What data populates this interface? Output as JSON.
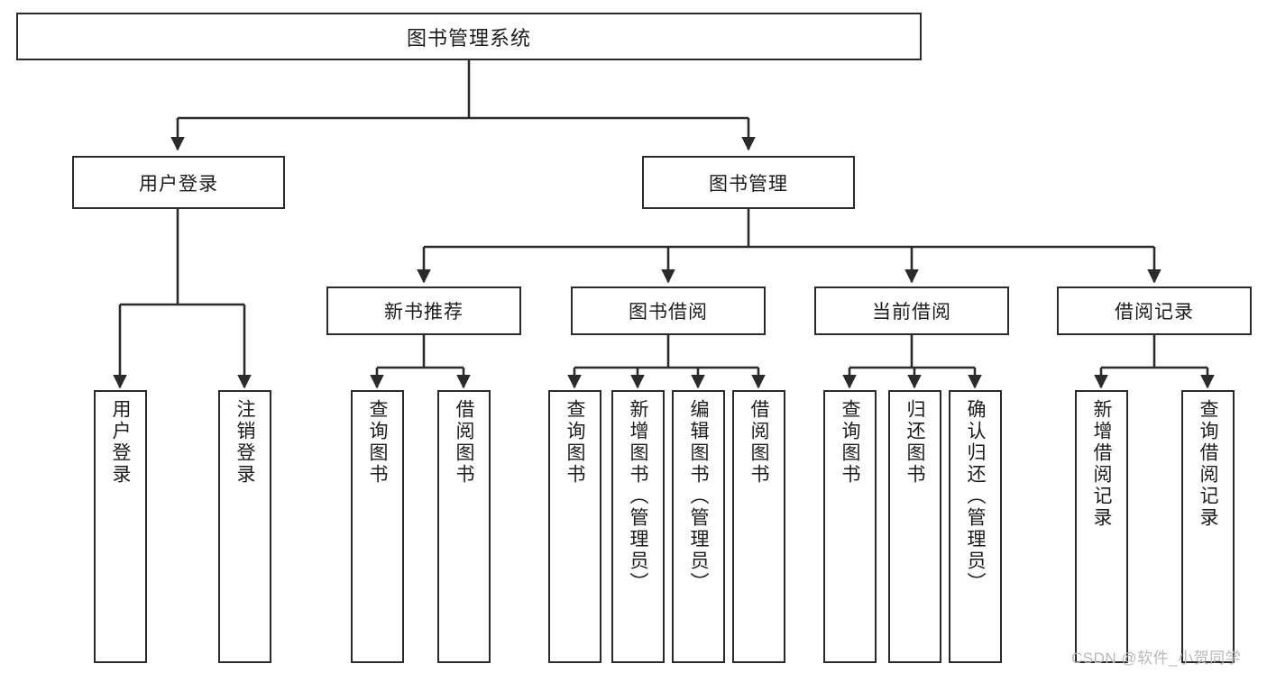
{
  "diagram": {
    "title": "图书管理系统",
    "type": "tree",
    "watermark": "CSDN @软件_小贺同学",
    "colors": {
      "stroke": "#2b2b2b",
      "fill": "#ffffff",
      "text": "#1c1c1c",
      "watermark": "#b9b9b9"
    },
    "levels": {
      "root": {
        "label": "图书管理系统"
      },
      "level2": [
        {
          "label": "用户登录"
        },
        {
          "label": "图书管理"
        }
      ],
      "level3": [
        {
          "label": "新书推荐"
        },
        {
          "label": "图书借阅"
        },
        {
          "label": "当前借阅"
        },
        {
          "label": "借阅记录"
        }
      ],
      "leaves": [
        {
          "label": "用户登录",
          "parent": "用户登录"
        },
        {
          "label": "注销登录",
          "parent": "用户登录"
        },
        {
          "label": "查询图书",
          "parent": "新书推荐"
        },
        {
          "label": "借阅图书",
          "parent": "新书推荐"
        },
        {
          "label": "查询图书",
          "parent": "图书借阅"
        },
        {
          "label": "新增图书（管理员）",
          "parent": "图书借阅"
        },
        {
          "label": "编辑图书（管理员）",
          "parent": "图书借阅"
        },
        {
          "label": "借阅图书",
          "parent": "图书借阅"
        },
        {
          "label": "查询图书",
          "parent": "当前借阅"
        },
        {
          "label": "归还图书",
          "parent": "当前借阅"
        },
        {
          "label": "确认归还（管理员）",
          "parent": "当前借阅"
        },
        {
          "label": "新增借阅记录",
          "parent": "借阅记录"
        },
        {
          "label": "查询借阅记录",
          "parent": "借阅记录"
        }
      ]
    }
  }
}
